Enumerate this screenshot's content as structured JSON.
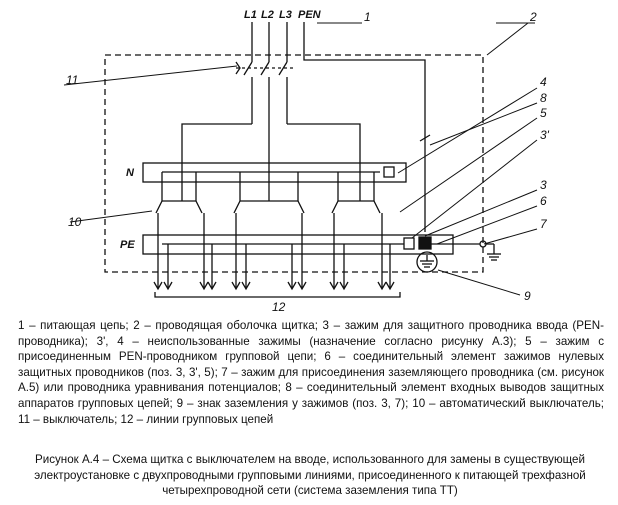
{
  "diagram": {
    "phase_labels": [
      "L1",
      "L2",
      "L3",
      "PEN"
    ],
    "bus_n_label": "N",
    "bus_pe_label": "PE",
    "callouts": [
      "1",
      "2",
      "3",
      "3'",
      "4",
      "5",
      "6",
      "7",
      "8",
      "9",
      "10",
      "11",
      "12"
    ]
  },
  "legend": {
    "text": "1 – питающая цепь; 2 – проводящая оболочка щитка; 3 – зажим для защитного проводника ввода (PEN-проводника); 3', 4 – неиспользованные зажимы (назначение согласно рисунку А.3); 5 – зажим с присоединенным PEN-проводником групповой цепи; 6 – соединительный элемент зажимов нулевых защитных проводников (поз. 3, 3', 5); 7 – зажим для присоединения заземляющего проводника (см. рисунок А.5) или проводника уравнивания потенциалов; 8 – соединительный элемент входных выводов защитных аппаратов групповых цепей; 9 – знак заземления у зажимов (поз. 3, 7); 10 – автоматический выключатель; 11 – выключатель; 12 – линии групповых цепей"
  },
  "caption": {
    "text": "Рисунок А.4 – Схема щитка с выключателем на вводе, использованного для замены в существующей электроустановке с двухпроводными групповыми линиями, присоединенного к питающей трехфазной четырехпроводной сети (система заземления типа ТТ)"
  }
}
